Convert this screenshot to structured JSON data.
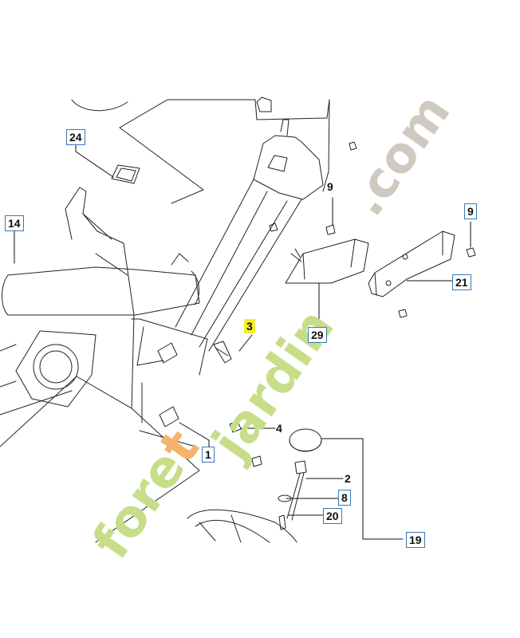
{
  "watermark": {
    "text": "foretjardin.com",
    "part_foret": "foret",
    "part_jardin": "jardin",
    "part_com": ".com",
    "color_foret": "#c8dd8a",
    "color_t_accent": "#f3b36b",
    "color_com": "#cfc9bf"
  },
  "callouts": [
    {
      "id": "c24",
      "text": "24",
      "boxed": true,
      "highlight": false
    },
    {
      "id": "c14",
      "text": "14",
      "boxed": true,
      "highlight": false
    },
    {
      "id": "c9a",
      "text": "9",
      "boxed": false,
      "highlight": false
    },
    {
      "id": "c9b",
      "text": "9",
      "boxed": true,
      "highlight": false
    },
    {
      "id": "c21",
      "text": "21",
      "boxed": true,
      "highlight": false
    },
    {
      "id": "c29",
      "text": "29",
      "boxed": true,
      "highlight": false
    },
    {
      "id": "c3",
      "text": "3",
      "boxed": false,
      "highlight": true
    },
    {
      "id": "c4",
      "text": "4",
      "boxed": false,
      "highlight": false
    },
    {
      "id": "c1",
      "text": "1",
      "boxed": true,
      "highlight": false
    },
    {
      "id": "c2",
      "text": "2",
      "boxed": false,
      "highlight": false
    },
    {
      "id": "c8",
      "text": "8",
      "boxed": true,
      "highlight": false
    },
    {
      "id": "c20",
      "text": "20",
      "boxed": true,
      "highlight": false
    },
    {
      "id": "c19",
      "text": "19",
      "boxed": true,
      "highlight": false
    }
  ],
  "colors": {
    "line": "#222222",
    "callout_border": "#3a78b5",
    "highlight": "#f4ee2a"
  }
}
